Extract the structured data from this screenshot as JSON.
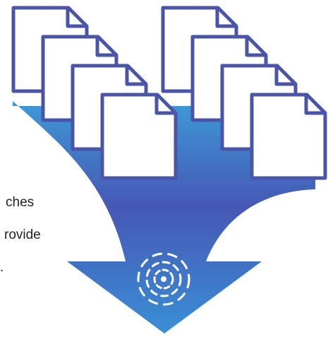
{
  "text_fragments": [
    "ches",
    "rovide",
    "."
  ],
  "colors": {
    "document_stroke": "#4a55a8",
    "document_fill": "#ffffff",
    "arrow_top": "#3d9ad8",
    "arrow_mid": "#4658b4",
    "arrow_bottom": "#3a8fd6",
    "target_icon": "#ffffff",
    "text": "#222222"
  },
  "icons": {
    "documents": "document-icon",
    "funnel": "funnel-arrow",
    "target": "radial-target-icon"
  }
}
